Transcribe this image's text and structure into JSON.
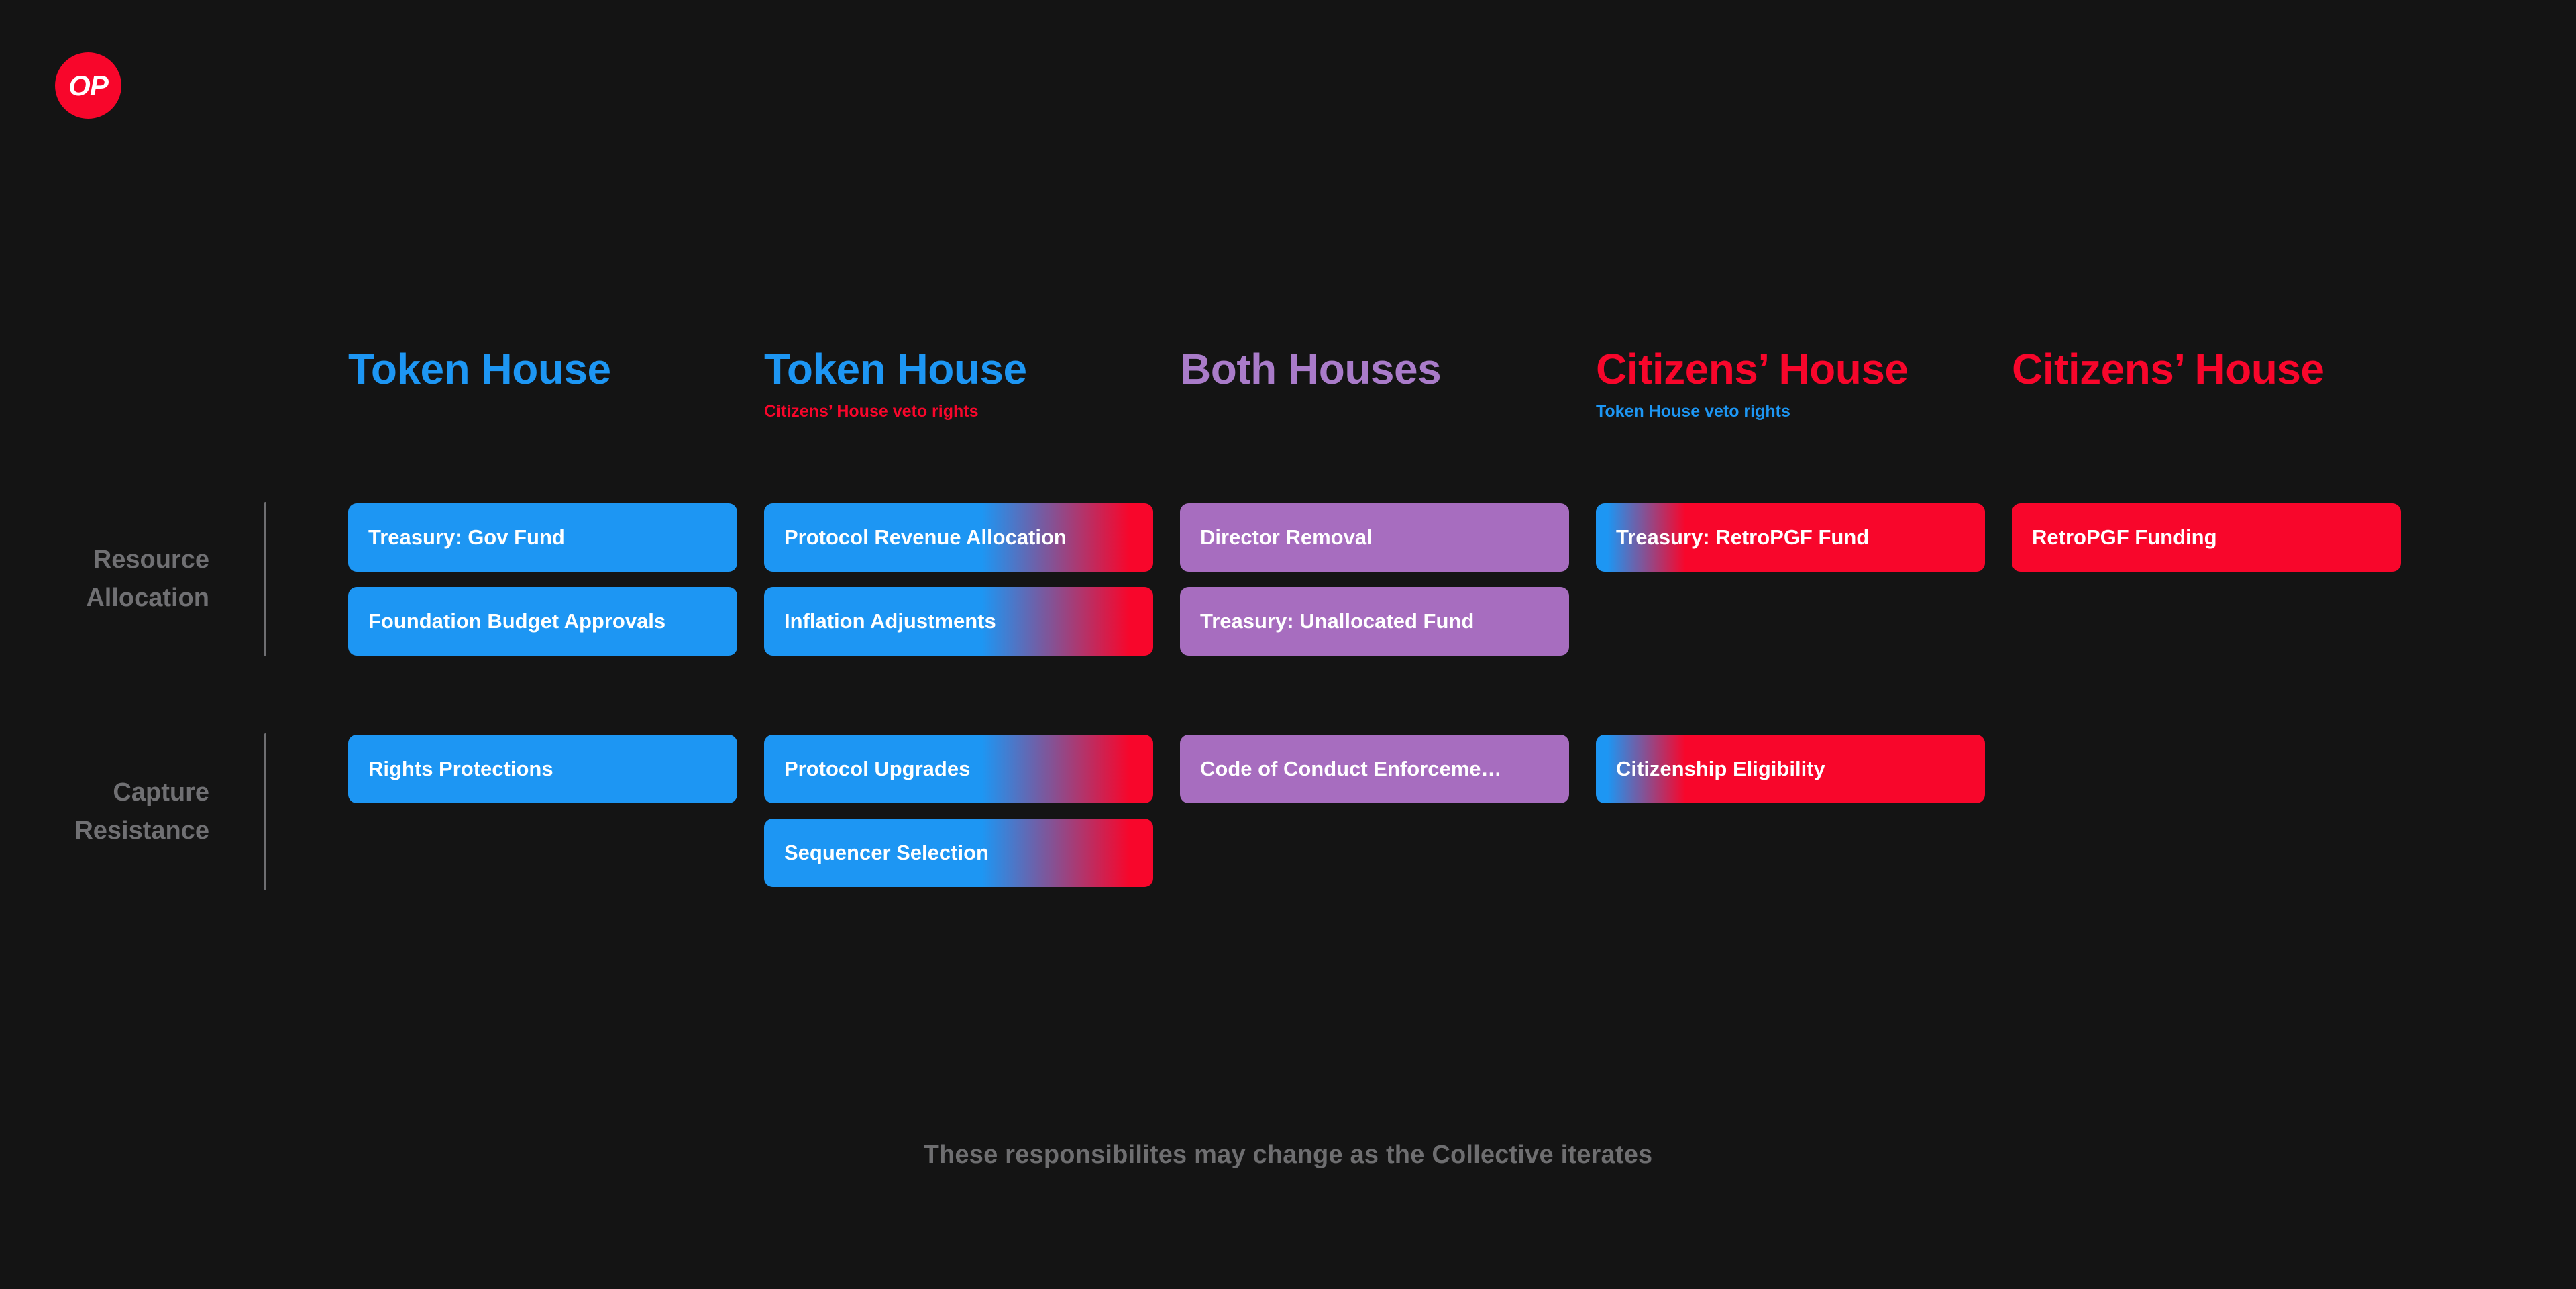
{
  "page": {
    "caption": "These responsibilites may change as the Collective iterates"
  },
  "logo": {
    "text": "OP"
  },
  "colors": {
    "background": "#141414",
    "blue": "#1D96F3",
    "red": "#F8062B",
    "purple": "#A76DBF",
    "purple_header": "#A97BC9",
    "gray": "#6F6F71",
    "pill_text": "#FFFFFF"
  },
  "columns": [
    {
      "key": "token-house",
      "title": "Token House",
      "title_color": "blue",
      "subtitle": "",
      "subtitle_color": "",
      "pill_style": "solid-blue"
    },
    {
      "key": "token-house-citizens-veto",
      "title": "Token House",
      "title_color": "blue",
      "subtitle": "Citizens’ House veto rights",
      "subtitle_color": "red",
      "pill_style": "gradient-blue-red-late"
    },
    {
      "key": "both-houses",
      "title": "Both Houses",
      "title_color": "purple_header",
      "subtitle": "",
      "subtitle_color": "",
      "pill_style": "solid-purple"
    },
    {
      "key": "citizens-house-token-veto",
      "title": "Citizens’ House",
      "title_color": "red",
      "subtitle": "Token House veto rights",
      "subtitle_color": "blue",
      "pill_style": "gradient-blue-red-early"
    },
    {
      "key": "citizens-house",
      "title": "Citizens’ House",
      "title_color": "red",
      "subtitle": "",
      "subtitle_color": "",
      "pill_style": "solid-red"
    }
  ],
  "rows": [
    {
      "key": "resource-allocation",
      "label_lines": [
        "Resource",
        "Allocation"
      ],
      "cells": [
        [
          "Treasury: Gov Fund",
          "Foundation Budget Approvals"
        ],
        [
          "Protocol Revenue Allocation",
          "Inflation Adjustments"
        ],
        [
          "Director Removal",
          "Treasury: Unallocated Fund"
        ],
        [
          "Treasury: RetroPGF Fund"
        ],
        [
          "RetroPGF Funding"
        ]
      ]
    },
    {
      "key": "capture-resistance",
      "label_lines": [
        "Capture",
        "Resistance"
      ],
      "cells": [
        [
          "Rights Protections"
        ],
        [
          "Protocol Upgrades",
          "Sequencer Selection"
        ],
        [
          "Code of Conduct Enforceme…"
        ],
        [
          "Citizenship Eligibility"
        ],
        []
      ]
    }
  ]
}
